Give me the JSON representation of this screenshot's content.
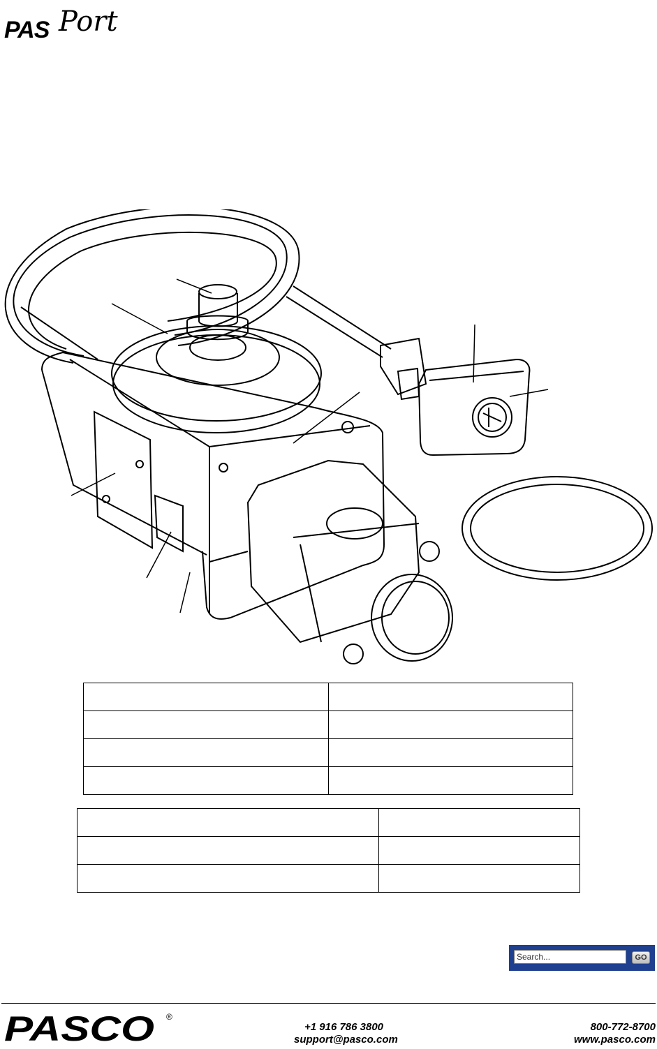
{
  "header": {
    "logo_pas": "PAS",
    "logo_port": "Port"
  },
  "search": {
    "placeholder": "Search...",
    "go_label": "GO"
  },
  "footer": {
    "brand": "PASCO",
    "registered": "®",
    "phone_intl": "+1 916 786 3800",
    "email": "support@pasco.com",
    "phone_tollfree": "800-772-8700",
    "website": "www.pasco.com"
  }
}
